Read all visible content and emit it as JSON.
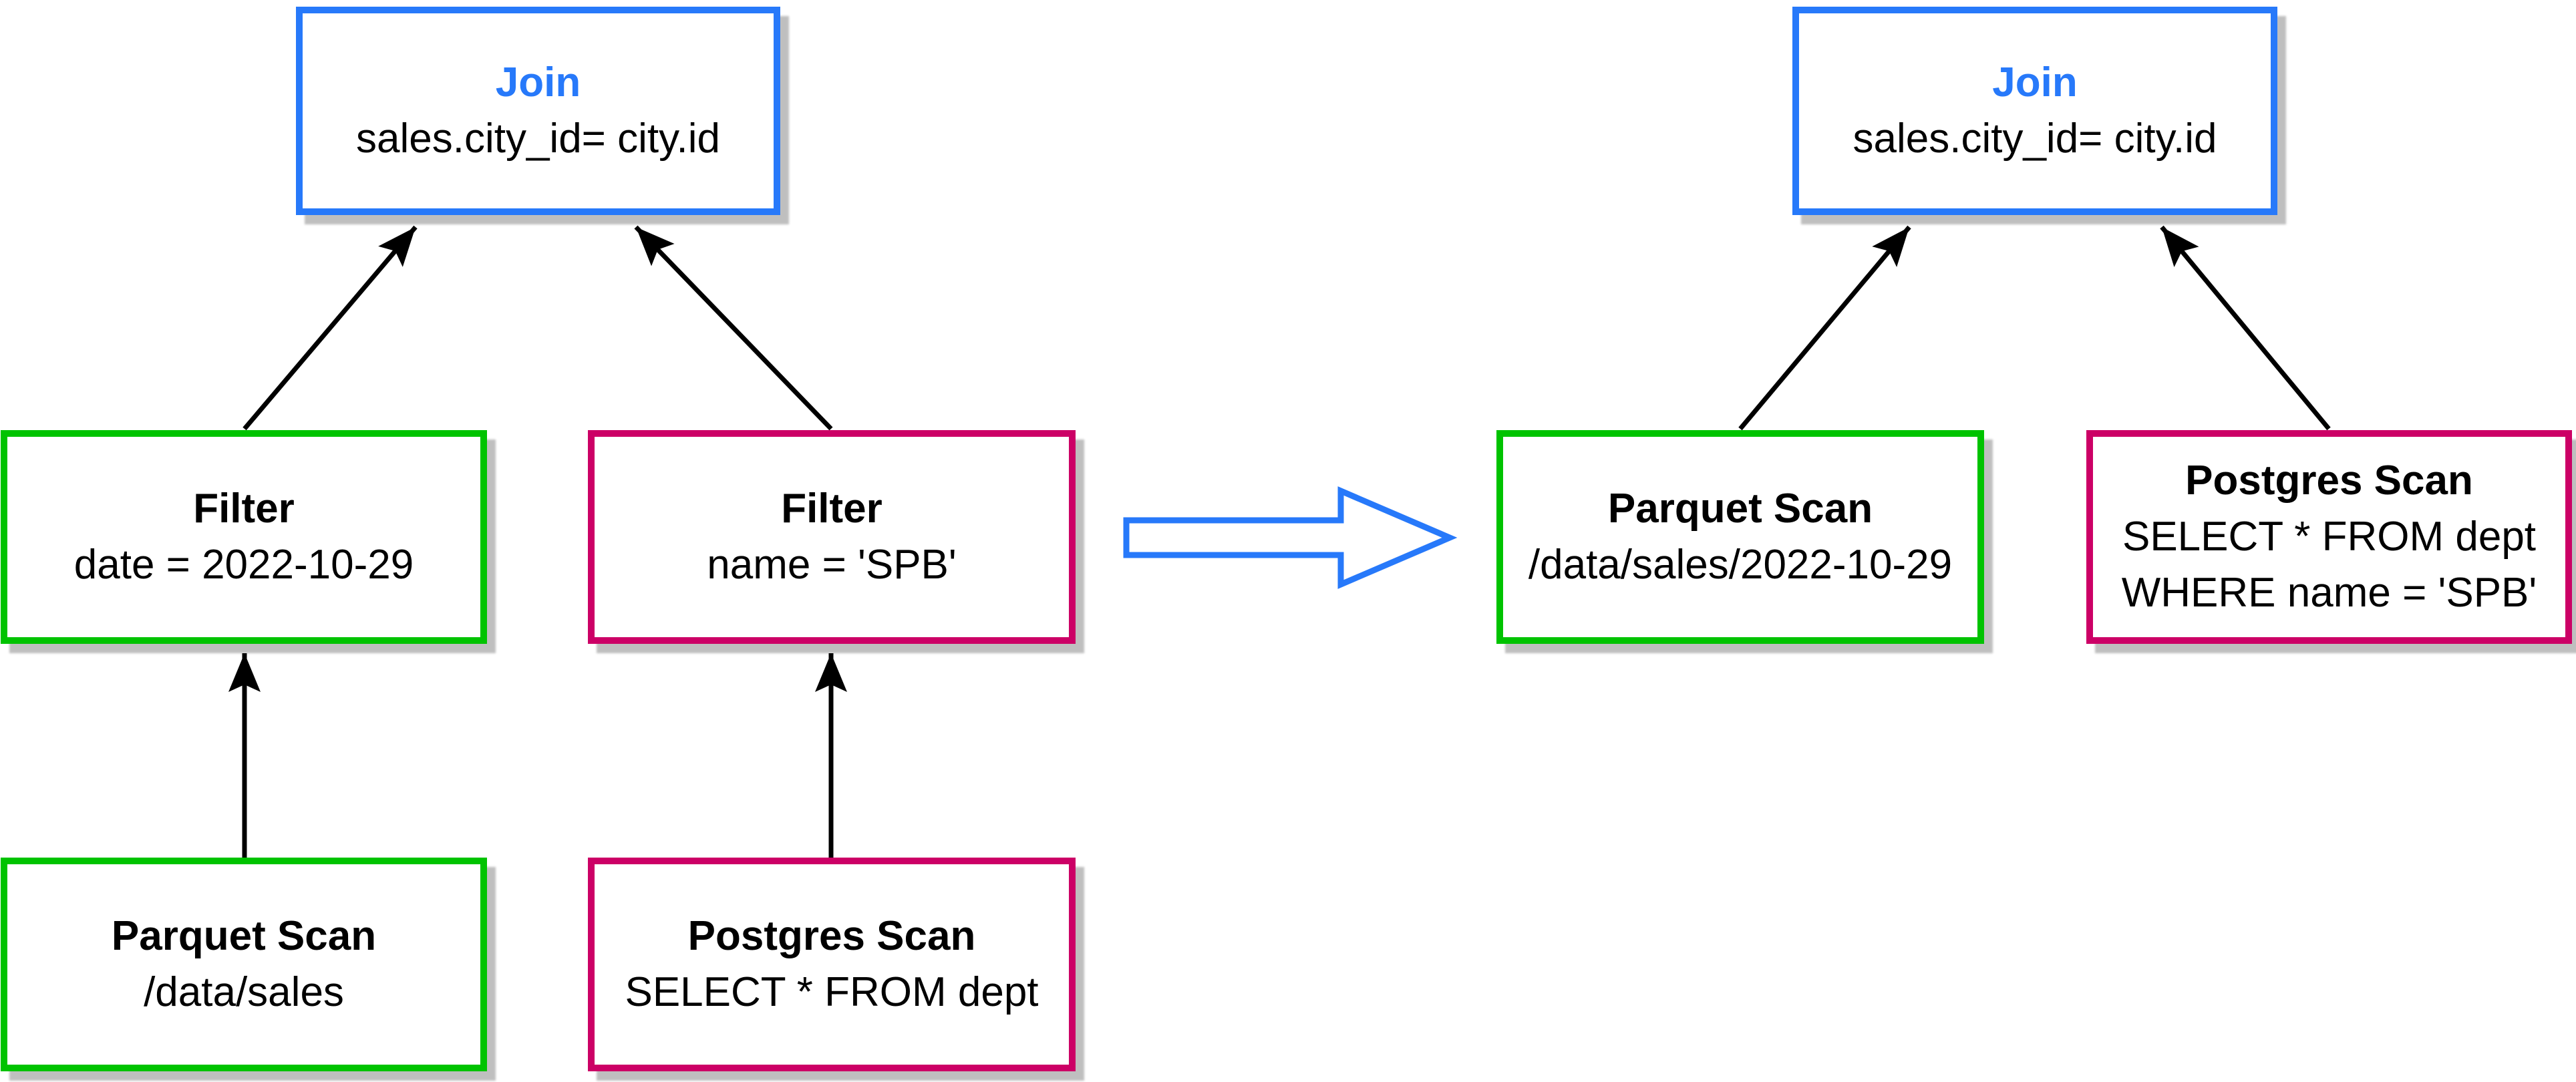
{
  "colors": {
    "blue": "#2779FA",
    "green": "#00C300",
    "magenta": "#CC0066",
    "arrow_black": "#000000",
    "shadow_gray": "#BFBFBF"
  },
  "before": {
    "join": {
      "title": "Join",
      "condition": "sales.city_id= city.id"
    },
    "filter_date": {
      "title": "Filter",
      "condition": "date = 2022-10-29"
    },
    "filter_name": {
      "title": "Filter",
      "condition": "name = 'SPB'"
    },
    "parquet_scan": {
      "title": "Parquet Scan",
      "source": "/data/sales"
    },
    "postgres_scan": {
      "title": "Postgres Scan",
      "query": "SELECT * FROM dept"
    }
  },
  "after": {
    "join": {
      "title": "Join",
      "condition": "sales.city_id= city.id"
    },
    "parquet_scan": {
      "title": "Parquet Scan",
      "source": "/data/sales/2022-10-29"
    },
    "postgres_scan": {
      "title": "Postgres Scan",
      "query_line1": "SELECT * FROM dept",
      "query_line2": "WHERE name = 'SPB'"
    }
  }
}
